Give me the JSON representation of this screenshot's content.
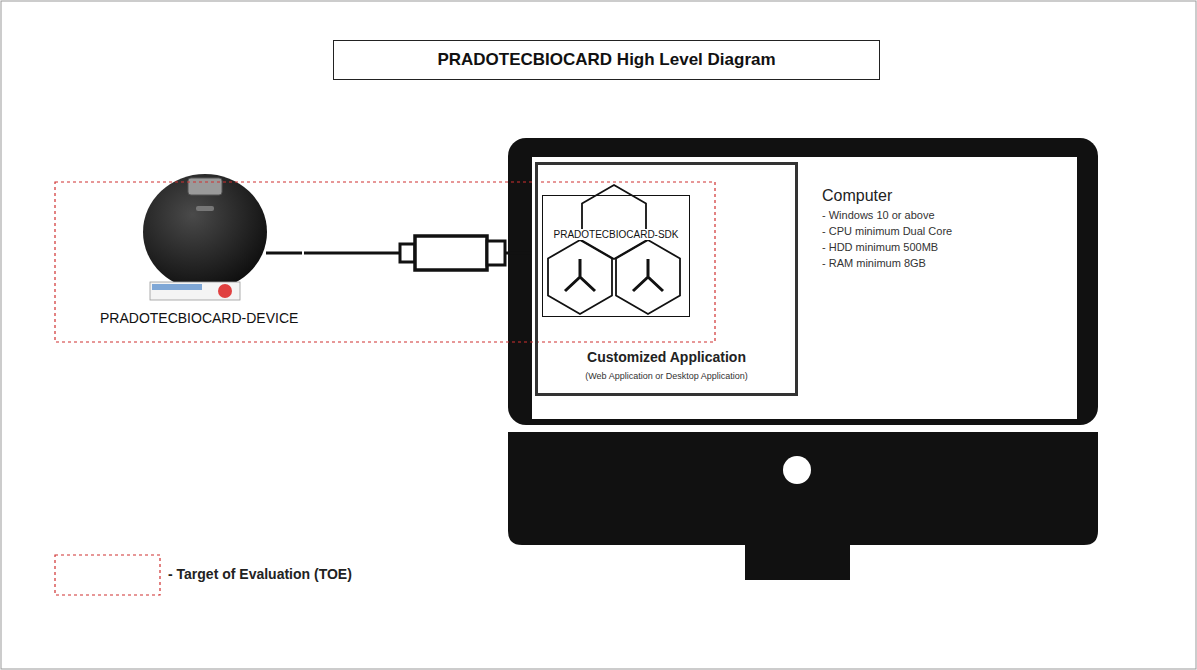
{
  "diagram": {
    "title": "PRADOTECBIOCARD High Level Diagram",
    "nodes": [
      {
        "text": [
          "PRADOTECBIOCARD-DEVICE"
        ]
      },
      {
        "text": [
          "Computer",
          "- Windows 10 or above",
          "- CPU minimum Dual Core",
          "- HDD minimum 500MB",
          "- RAM minimum 8GB"
        ]
      },
      {
        "text": [
          "Customized Application",
          "(Web Application or Desktop Application)"
        ],
        "in": 1
      },
      {
        "text": [
          "PRADOTECBIOCARD-SDK"
        ],
        "in": 2
      }
    ],
    "edges": [
      {
        "from": 0,
        "to": 1,
        "arrow": "none"
      }
    ],
    "legend": [
      {
        "text": "- Target of Evaluation (TOE)"
      }
    ]
  }
}
